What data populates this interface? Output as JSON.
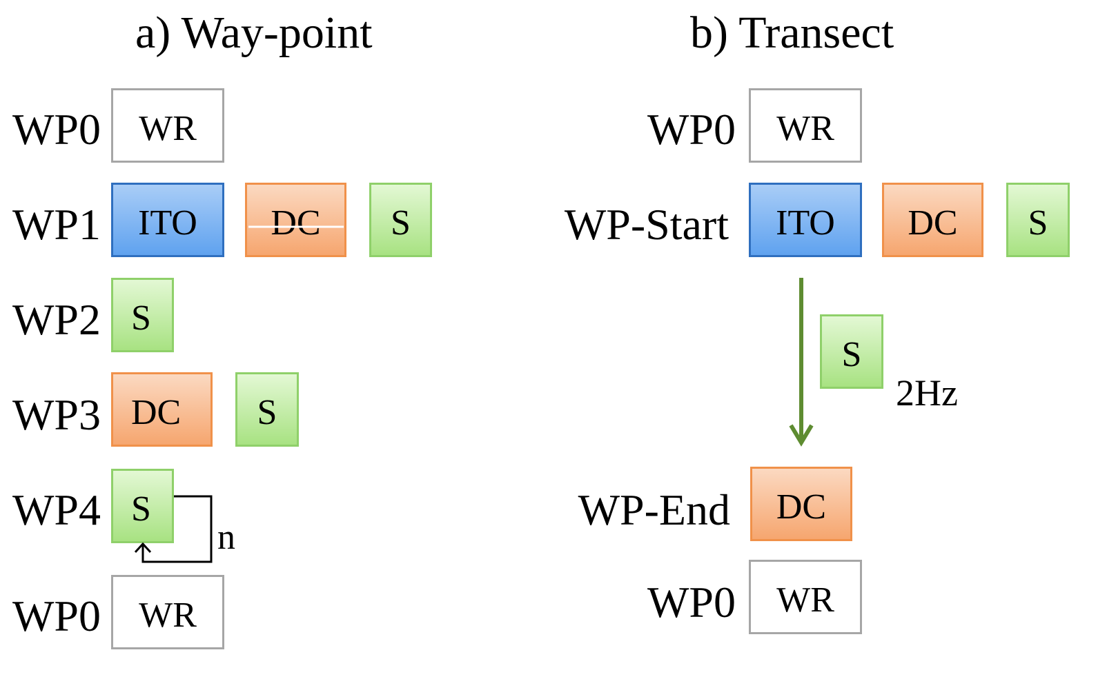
{
  "panel_a": {
    "title": "a) Way-point",
    "rows": [
      {
        "label": "WP0",
        "tasks": [
          "WR"
        ]
      },
      {
        "label": "WP1",
        "tasks": [
          "ITO",
          "DC",
          "S"
        ]
      },
      {
        "label": "WP2",
        "tasks": [
          "S"
        ]
      },
      {
        "label": "WP3",
        "tasks": [
          "DC",
          "S"
        ]
      },
      {
        "label": "WP4",
        "tasks": [
          "S"
        ],
        "loop_label": "n"
      },
      {
        "label": "WP0",
        "tasks": [
          "WR"
        ]
      }
    ]
  },
  "panel_b": {
    "title": "b) Transect",
    "rows": [
      {
        "label": "WP0",
        "tasks": [
          "WR"
        ]
      },
      {
        "label": "WP-Start",
        "tasks": [
          "ITO",
          "DC",
          "S"
        ]
      },
      {
        "label": "WP-End",
        "tasks": [
          "DC"
        ]
      },
      {
        "label": "WP0",
        "tasks": [
          "WR"
        ]
      }
    ],
    "transit_task": "S",
    "rate": "2Hz"
  },
  "colors": {
    "wr_border": "#a6a6a6",
    "ito": "#5fa2ef",
    "dc": "#f6a66f",
    "s": "#a8e282",
    "arrow": "#5e8c31"
  }
}
